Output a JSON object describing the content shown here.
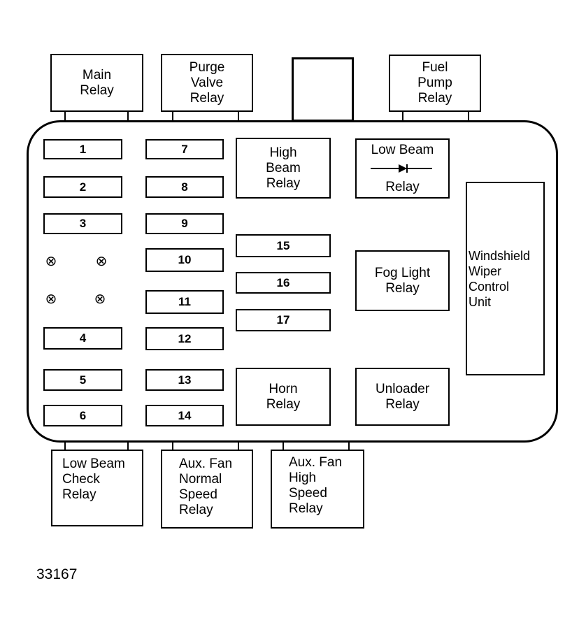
{
  "top_relays": [
    "Main\nRelay",
    "Purge\nValve\nRelay",
    "",
    "Fuel\nPump\nRelay"
  ],
  "fuses": {
    "1": "1",
    "2": "2",
    "3": "3",
    "4": "4",
    "5": "5",
    "6": "6",
    "7": "7",
    "8": "8",
    "9": "9",
    "10": "10",
    "11": "11",
    "12": "12",
    "13": "13",
    "14": "14",
    "15": "15",
    "16": "16",
    "17": "17"
  },
  "inner_relays": {
    "high_beam": "High\nBeam\nRelay",
    "low_beam_top": "Low Beam",
    "low_beam_bottom": "Relay",
    "fog": "Fog Light\nRelay",
    "horn": "Horn\nRelay",
    "unloader": "Unloader\nRelay",
    "wiper": "Windshield\nWiper\nControl\nUnit"
  },
  "bottom_relays": [
    "Low Beam\nCheck\nRelay",
    "Aux. Fan\nNormal\nSpeed\nRelay",
    "Aux. Fan\nHigh\nSpeed\nRelay"
  ],
  "connector_symbol": "⊗",
  "figure_number": "33167"
}
